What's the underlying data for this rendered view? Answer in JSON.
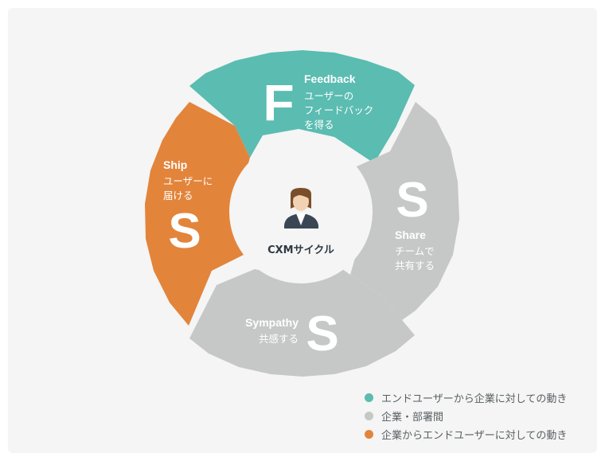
{
  "colors": {
    "teal": "#5bbcb1",
    "gray": "#c6c8c7",
    "orange": "#e3843b",
    "panel": "#f4f5f4",
    "center": "#f4f5f4"
  },
  "segments": {
    "feedback": {
      "letter": "F",
      "title": "Feedback",
      "desc": [
        "ユーザーの",
        "フィードバック",
        "を得る"
      ]
    },
    "share": {
      "letter": "S",
      "title": "Share",
      "desc": [
        "チームで",
        "共有する"
      ]
    },
    "sympathy": {
      "letter": "S",
      "title": "Sympathy",
      "desc": [
        "共感する"
      ]
    },
    "ship": {
      "letter": "S",
      "title": "Ship",
      "desc": [
        "ユーザーに",
        "届ける"
      ]
    }
  },
  "center": {
    "label": "CXMサイクル",
    "icon": "person-avatar-icon"
  },
  "legend": [
    {
      "label": "エンドユーザーから企業に対しての動き",
      "color": "#5bbcb1"
    },
    {
      "label": "企業・部署間",
      "color": "#c6c8c7"
    },
    {
      "label": "企業からエンドユーザーに対しての動き",
      "color": "#e3843b"
    }
  ]
}
